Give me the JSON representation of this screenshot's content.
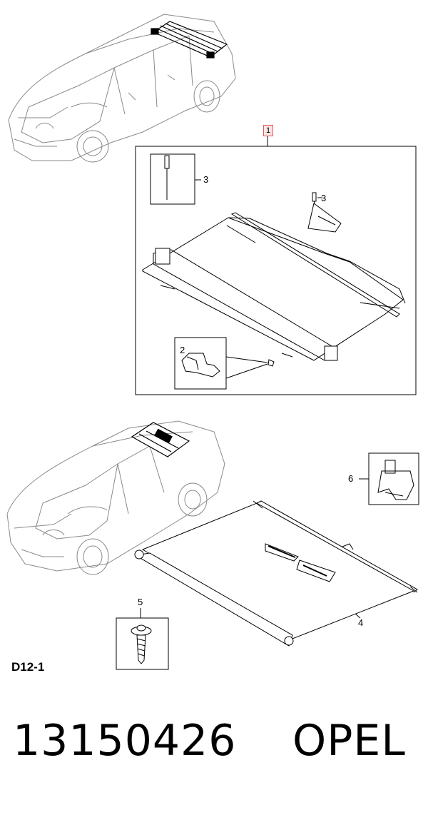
{
  "callouts": {
    "assembly": "1",
    "hook_clip": "2",
    "pin_a": "3",
    "pin_b": "3",
    "roller_cover": "4",
    "screw": "5",
    "bracket_kit": "6"
  },
  "diagram_code": "D12-1",
  "part_number": "13150426",
  "brand": "OPEL",
  "colors": {
    "line": "#000000",
    "car_line": "#8a8a8a",
    "callout_highlight": "#e05a5a"
  }
}
